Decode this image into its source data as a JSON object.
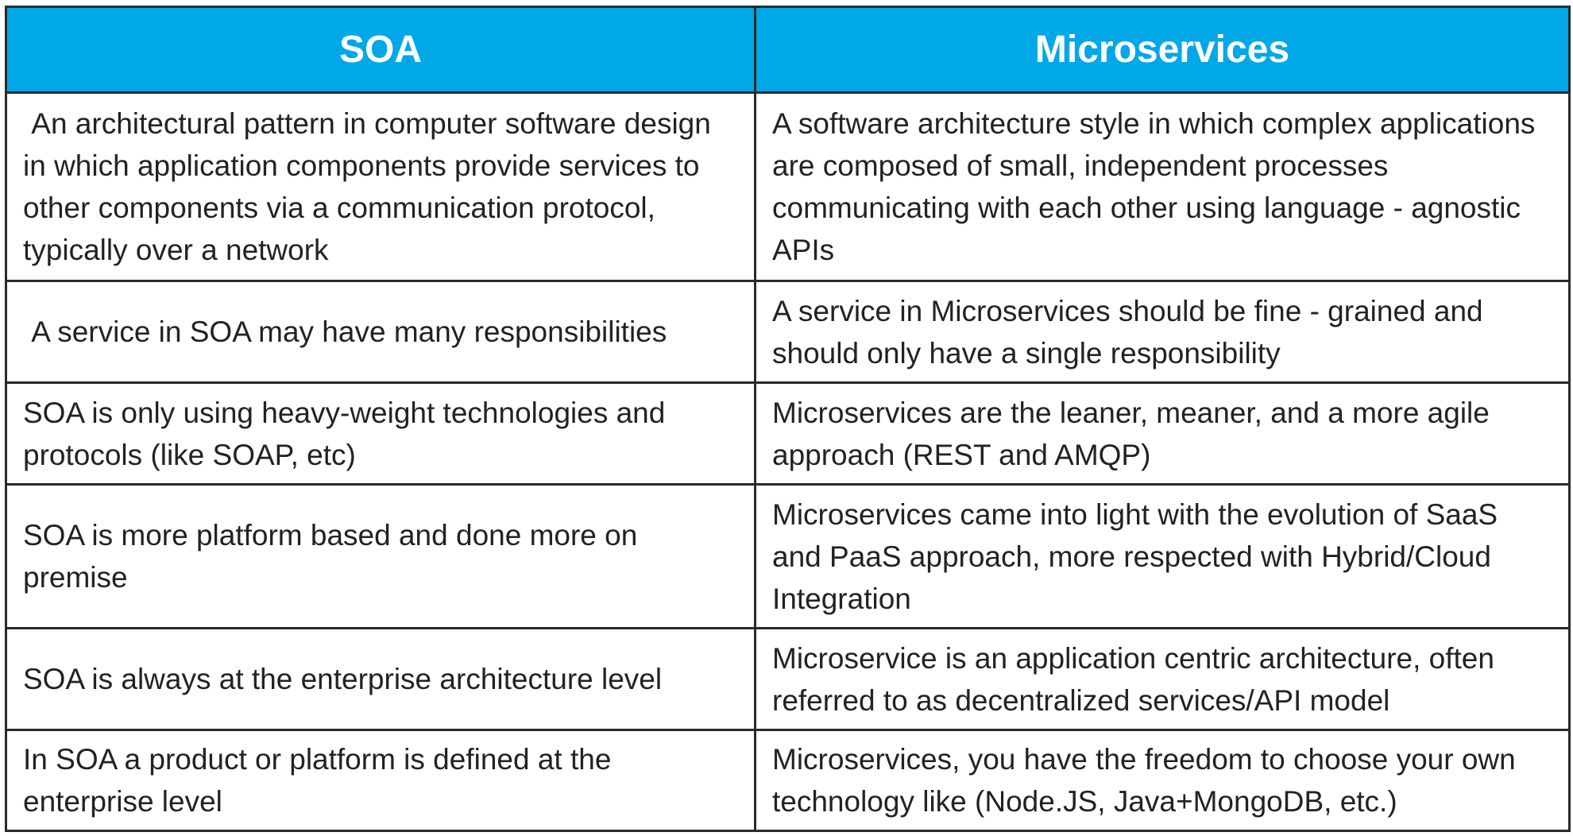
{
  "table": {
    "headers": [
      "SOA",
      "Microservices"
    ],
    "header_color": "#00a8e8",
    "rows": [
      {
        "soa": " An architectural pattern in computer software design in which application components provide services to other components via a communication protocol, typically over a network",
        "microservices": "A software architecture style in which complex applications are composed of small, independent processes communicating with each other using language - agnostic APIs"
      },
      {
        "soa": " A service in SOA may have many responsibilities",
        "microservices": "A service in Microservices should be fine - grained and should only have a single responsibility"
      },
      {
        "soa": "SOA is only using heavy-weight technologies and protocols (like SOAP, etc)",
        "microservices": "Microservices are the leaner, meaner, and a more agile approach (REST and AMQP)"
      },
      {
        "soa": "SOA is more platform based and done more on premise",
        "microservices": "Microservices came into light with the evolution of SaaS and PaaS approach, more respected with Hybrid/Cloud Integration"
      },
      {
        "soa": "SOA is always at the enterprise architecture level",
        "microservices": "Microservice is an application centric architecture, often referred to as decentralized services/API model"
      },
      {
        "soa": "In SOA a product or platform is defined at the enterprise level",
        "microservices": "Microservices, you have the freedom to choose your own technology like (Node.JS, Java+MongoDB, etc.)"
      }
    ]
  }
}
